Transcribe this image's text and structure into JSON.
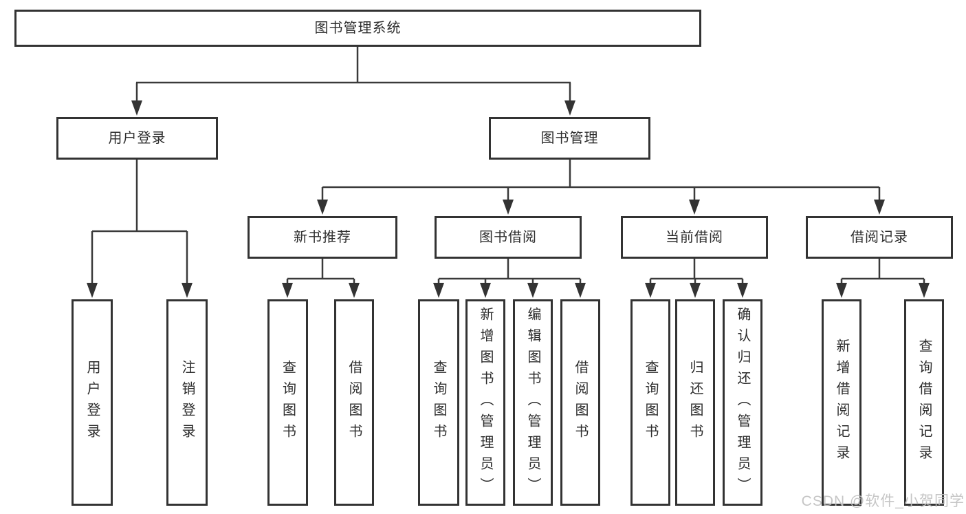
{
  "nodes": {
    "root": {
      "label": "图书管理系统"
    },
    "user_login": {
      "label": "用户登录"
    },
    "book_mgmt": {
      "label": "图书管理"
    },
    "new_book_rec": {
      "label": "新书推荐"
    },
    "book_borrow": {
      "label": "图书借阅"
    },
    "current_borrow": {
      "label": "当前借阅"
    },
    "borrow_record": {
      "label": "借阅记录"
    },
    "leaf_user_login": {
      "label": "用户登录"
    },
    "leaf_logout": {
      "label": "注销登录"
    },
    "leaf_nbr_query_book": {
      "label": "查询图书"
    },
    "leaf_nbr_borrow_book": {
      "label": "借阅图书"
    },
    "leaf_bb_query_book": {
      "label": "查询图书"
    },
    "leaf_bb_add_book": {
      "label": "新增图书（管理员）"
    },
    "leaf_bb_edit_book": {
      "label": "编辑图书（管理员）"
    },
    "leaf_bb_borrow_book": {
      "label": "借阅图书"
    },
    "leaf_cb_query_book": {
      "label": "查询图书"
    },
    "leaf_cb_return_book": {
      "label": "归还图书"
    },
    "leaf_cb_confirm_return": {
      "label": "确认归还（管理员）"
    },
    "leaf_br_add_record": {
      "label": "新增借阅记录"
    },
    "leaf_br_query_record": {
      "label": "查询借阅记录"
    }
  },
  "hierarchy": {
    "图书管理系统": {
      "用户登录": [
        "用户登录",
        "注销登录"
      ],
      "图书管理": {
        "新书推荐": [
          "查询图书",
          "借阅图书"
        ],
        "图书借阅": [
          "查询图书",
          "新增图书（管理员）",
          "编辑图书（管理员）",
          "借阅图书"
        ],
        "当前借阅": [
          "查询图书",
          "归还图书",
          "确认归还（管理员）"
        ],
        "借阅记录": [
          "新增借阅记录",
          "查询借阅记录"
        ]
      }
    }
  },
  "watermark": {
    "text": "CSDN @软件_小贺同学"
  },
  "colors": {
    "line": "#3a3a3a",
    "border": "#333333",
    "text": "#2d2d2d",
    "watermark": "#c0c0c0",
    "background": "#ffffff"
  }
}
